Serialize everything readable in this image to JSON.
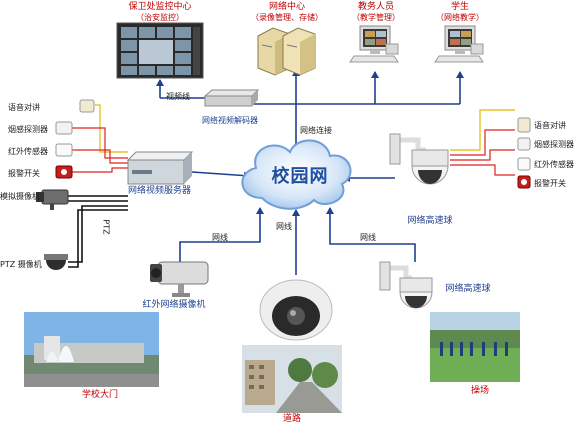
{
  "cloud": {
    "label": "校园网"
  },
  "nodes": {
    "security_center": {
      "title": "保卫处监控中心",
      "sub": "（治安监控）"
    },
    "network_center": {
      "title": "网络中心",
      "sub": "（录像管理、存储）"
    },
    "teaching_staff": {
      "title": "教务人员",
      "sub": "（教学管理）"
    },
    "students": {
      "title": "学生",
      "sub": "（网络教学）"
    },
    "video_decoder": {
      "title": "网络视频解码器"
    },
    "video_server": {
      "title": "网络视频服务器"
    },
    "speed_dome_right": {
      "title": "网络高速球"
    },
    "speed_dome_bottom": {
      "title": "网络高速球"
    },
    "ir_camera": {
      "title": "红外网络摄像机"
    },
    "analog_camera": {
      "title": "模拟摄像机"
    },
    "ptz_camera": {
      "title": "PTZ 摄像机"
    },
    "school_gate": {
      "title": "学校大门"
    },
    "road": {
      "title": "道路"
    },
    "playground": {
      "title": "操场"
    }
  },
  "sensors_left": [
    "语音对讲",
    "烟感探测器",
    "红外传感器",
    "报警开关"
  ],
  "sensors_right": [
    "语音对讲",
    "烟感探测器",
    "红外传感器",
    "报警开关"
  ],
  "link_labels": {
    "video_line": "视频线",
    "network_connection": "网络连接",
    "network_cable_1": "网线",
    "network_cable_2": "网线",
    "network_cable_3": "网线",
    "ptz": "PTZ"
  }
}
